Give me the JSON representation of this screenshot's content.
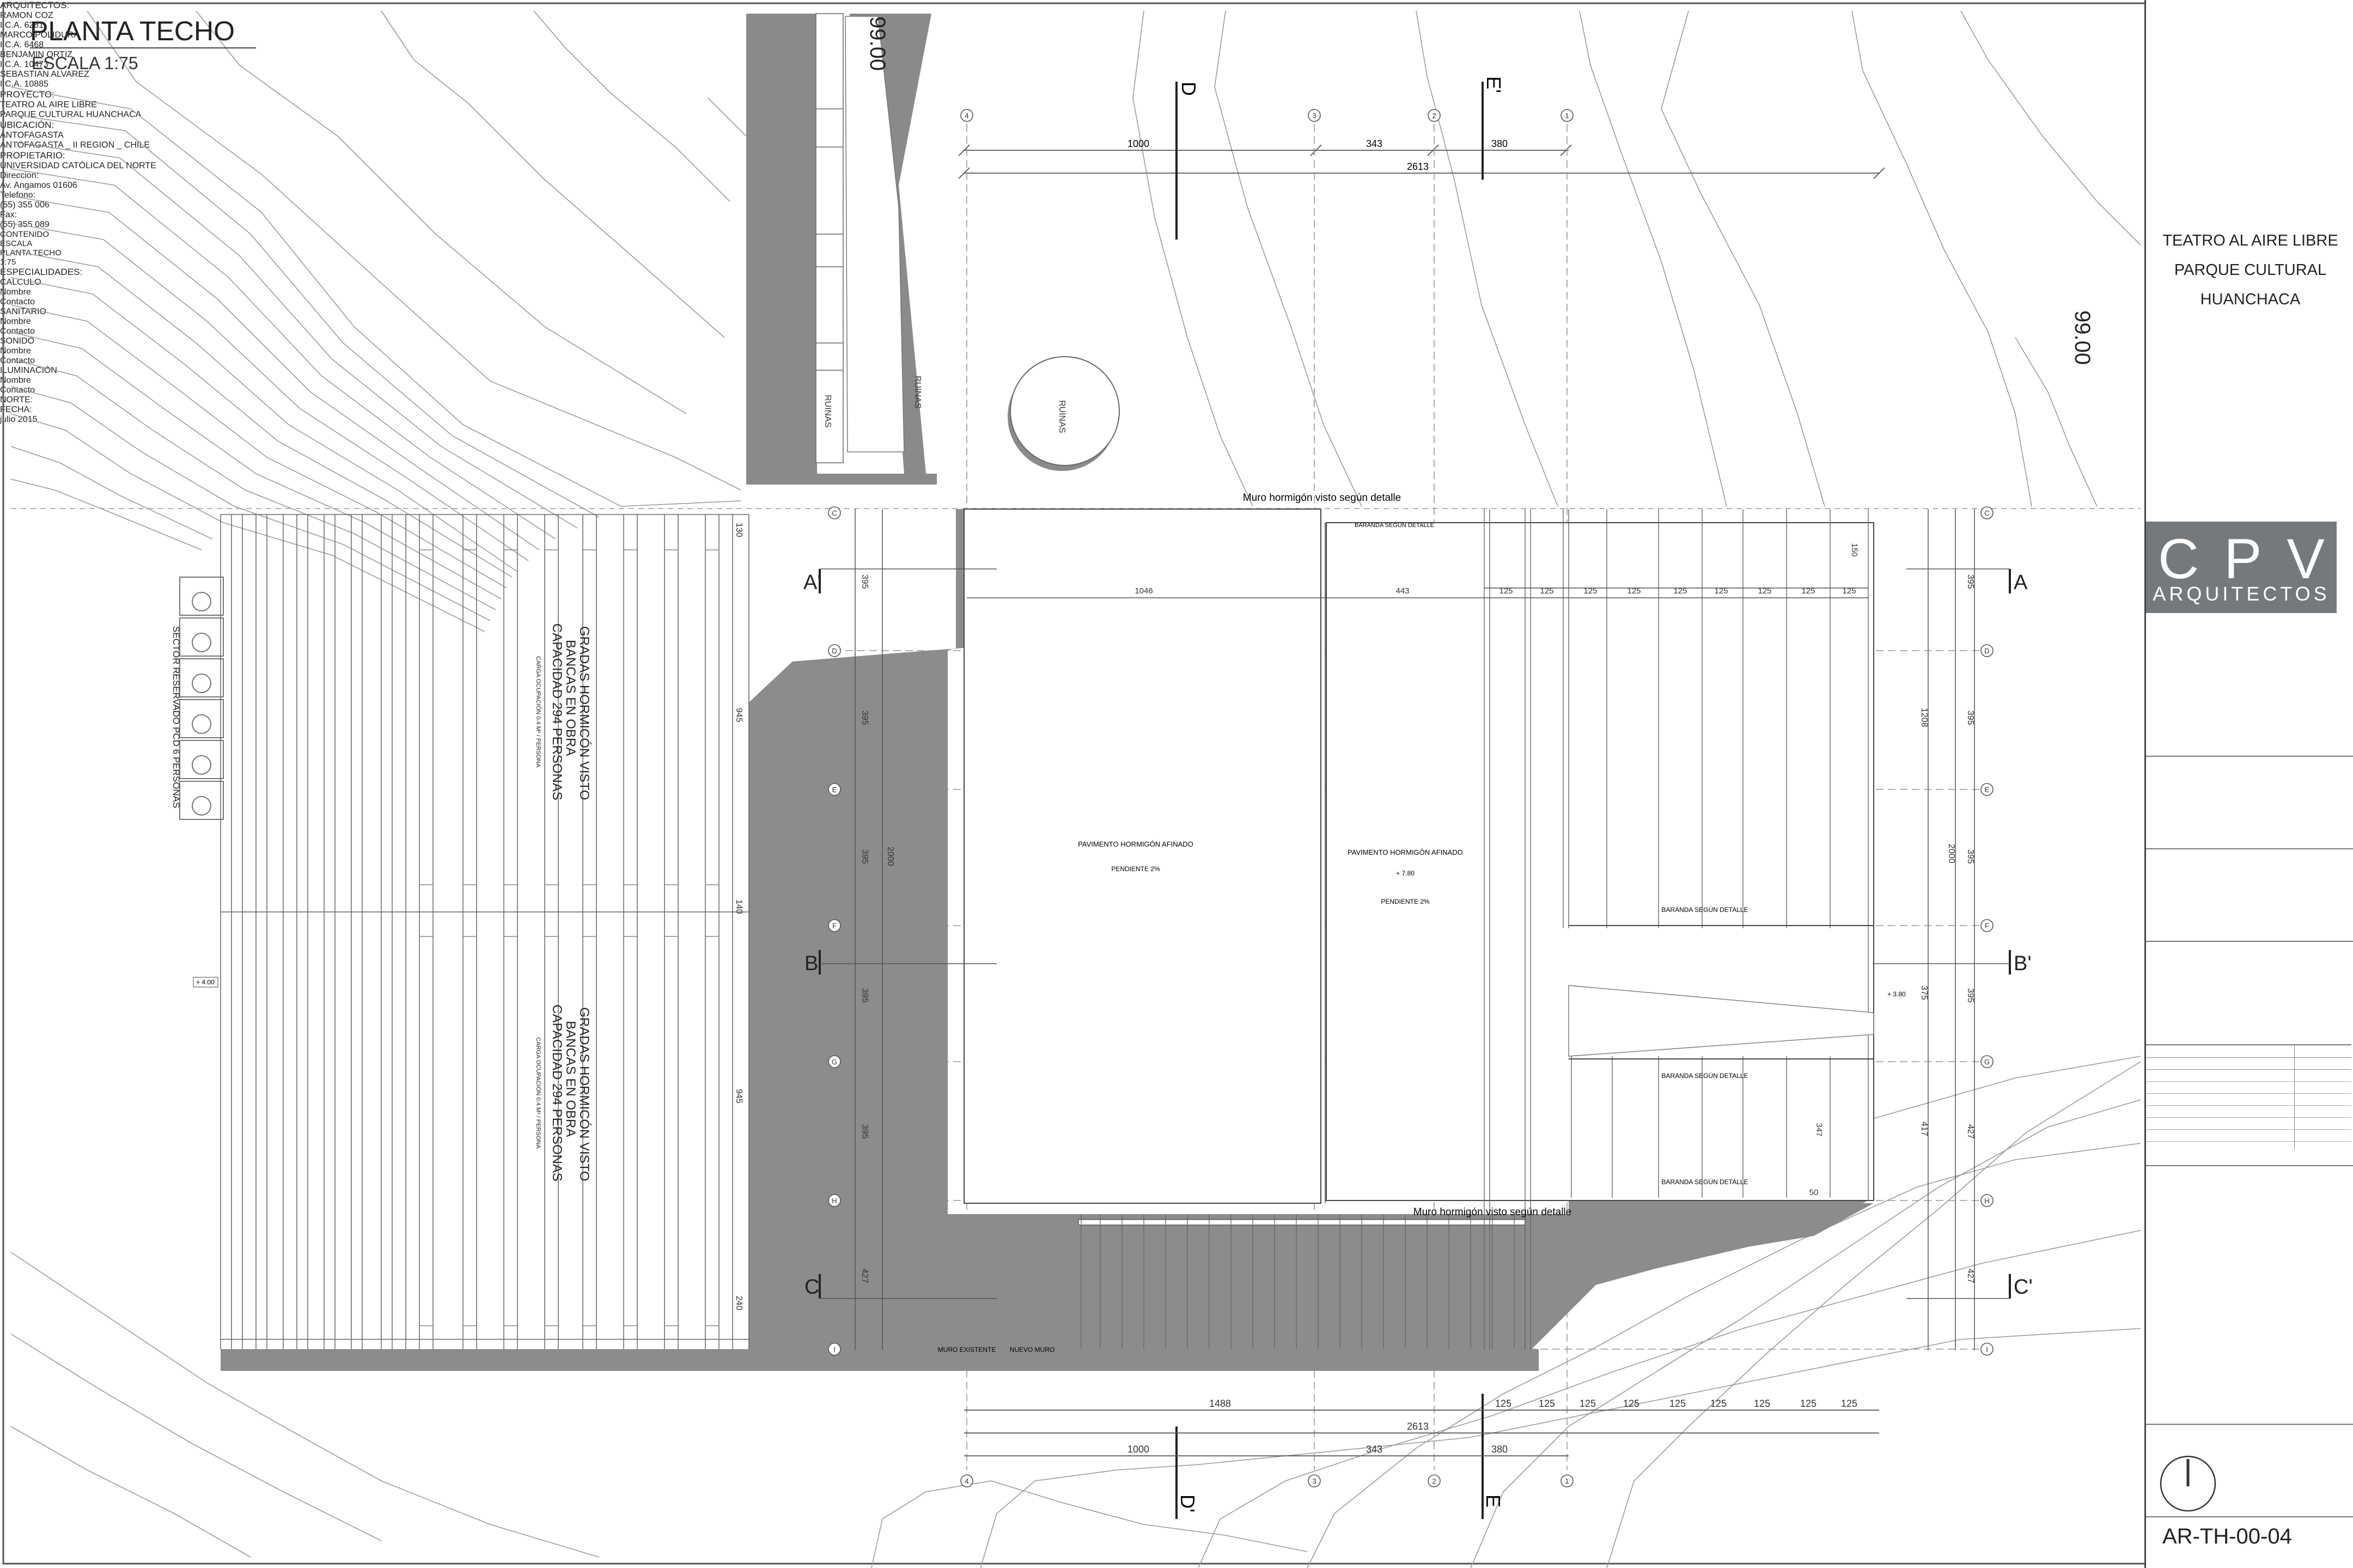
{
  "sheet": {
    "title": "PLANTA TECHO",
    "scale": "ESCALA 1:75",
    "sheet_number": "AR-TH-00-04"
  },
  "project_header": {
    "line1": "TEATRO AL AIRE LIBRE",
    "line2": "PARQUE CULTURAL",
    "line3": "HUANCHACA"
  },
  "logo": {
    "main": "CPV",
    "sub": "ARQUITECTOS",
    "background": "#75797c"
  },
  "title_block": {
    "arquitectos_label": "ARQUITECTOS:",
    "arquitectos": [
      {
        "name": "RAMON COZ",
        "ica": "I.C.A. 6281"
      },
      {
        "name": "MARCO POLIDURA",
        "ica": "I.C.A. 6468"
      },
      {
        "name": "BENJAMIN ORTIZ",
        "ica": "I.C.A. 10473"
      },
      {
        "name": "SEBASTIAN ALVAREZ",
        "ica": "I.C.A. 10885"
      }
    ],
    "proyecto_label": "PROYECTO:",
    "proyecto": [
      "TEATRO AL AIRE LIBRE",
      "PARQUE CULTURAL HUANCHACA"
    ],
    "ubicacion_label": "UBICACIÓN:",
    "ubicacion": [
      "ANTOFAGASTA",
      "ANTOFAGASTA _ II REGION _ CHILE"
    ],
    "propietario_label": "PROPIETARIO:",
    "propietario": {
      "name": "UNIVERSIDAD CATÓLICA DEL NORTE",
      "direccion_label": "Direccion:",
      "direccion": "Av. Angamos 01606",
      "telefono_label": "Telefono:",
      "telefono": "(55) 355 006",
      "fax_label": "Fax:",
      "fax": "(55) 355 089"
    },
    "contenido_label": "CONTENIDO",
    "escala_label": "ESCALA",
    "contenido": "PLANTA TECHO",
    "escala": "1:75",
    "especialidades_label": "ESPECIALIDADES:",
    "especialidades": [
      {
        "title": "CALCULO",
        "nombre": "Nombre",
        "contacto": "Contacto"
      },
      {
        "title": "SANITARIO",
        "nombre": "Nombre",
        "contacto": "Contacto"
      },
      {
        "title": "SONIDO",
        "nombre": "Nombre",
        "contacto": "Contacto"
      },
      {
        "title": "ILUMINACIÓN",
        "nombre": "Nombre",
        "contacto": "Contacto"
      }
    ],
    "norte_label": "NORTE:",
    "fecha_label": "FECHA:",
    "fecha": "julio 2015"
  },
  "drawing": {
    "ruinas_1": "RUINAS",
    "ruinas_2": "RUINAS",
    "ruinas_3": "RUINAS",
    "contour_label": "99.00",
    "contour_label_top": "99.00",
    "muro_top": "Muro hormigón visto según detalle",
    "muro_bottom": "Muro hormigón visto según detalle",
    "gradas_title": "GRADAS HORMICÓN VISTO",
    "gradas_sub1": "BANCAS EN OBRA",
    "gradas_sub2": "CAPACIDAD 294 PERSONAS",
    "gradas_carga": "CARGA OCUPACIÓN 0.4 M² / PERSONA",
    "sector_reservado": "SECTOR RESERVADO PCD 6 PERSONAS",
    "pavimento_1": "PAVIMENTO\nHORMIGÓN AFINADO",
    "pendiente_1": "PENDIENTE 2%",
    "pavimento_2": "PAVIMENTO\nHORMIGÓN AFINADO",
    "pendiente_2": "PENDIENTE 2%",
    "baranda": "BARANDA\nSEGÚN DETALLE",
    "muro_existente": "MURO EXISTENTE",
    "nuevo_muro": "NUEVO MURO",
    "section_marks": [
      "A",
      "A'",
      "B",
      "B'",
      "C",
      "C'",
      "D",
      "D'",
      "E",
      "E'"
    ],
    "grid_letters": [
      "C",
      "D",
      "E",
      "F",
      "G",
      "H",
      "I"
    ],
    "grid_numbers": [
      "1",
      "2",
      "3",
      "4"
    ],
    "dims_top": {
      "d1": "1000",
      "d2": "343",
      "d3": "380",
      "total": "2613"
    },
    "dims_bottom": {
      "d1": "1488",
      "d2": "125",
      "total": "2613",
      "e1": "1000",
      "e2": "343",
      "e3": "380"
    },
    "dims_left": {
      "v1": "395",
      "v2": "395",
      "v3": "395",
      "v4": "395",
      "v5": "395",
      "v6": "427",
      "total": "2000"
    },
    "dims_right": {
      "v1": "395",
      "v2": "395",
      "v3": "395",
      "v4": "395",
      "v5": "427",
      "total": "2000",
      "h": "1208",
      "s": "375",
      "t": "417"
    },
    "dims_gradas": {
      "a": "130",
      "b": "945",
      "c": "140",
      "d": "945",
      "e": "240"
    },
    "dims_inner": {
      "a": "1046",
      "b": "443",
      "c": "125",
      "d": "347",
      "e": "150",
      "f": "50"
    },
    "level_1": "+ 4.00",
    "level_2": "+ 3.80",
    "level_3": "+ 7.80"
  }
}
